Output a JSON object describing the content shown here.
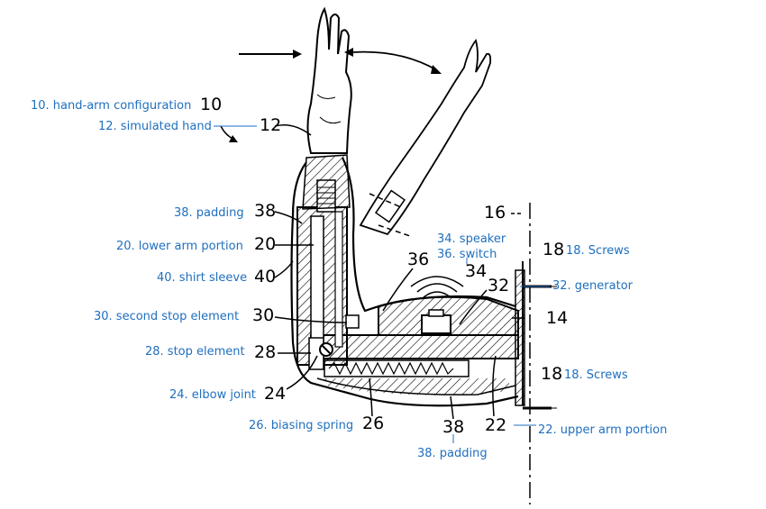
{
  "labels": {
    "hand_arm": "10. hand-arm configuration",
    "simulated_hand": "12. simulated hand",
    "padding_top": "38. padding",
    "lower_arm": "20. lower arm portion",
    "shirt_sleeve": "40. shirt sleeve",
    "second_stop": "30. second stop element",
    "stop_element": "28. stop element",
    "elbow_joint": "24. elbow joint",
    "biasing_spring": "26. biasing spring",
    "padding_bottom": "38. padding",
    "speaker": "34. speaker",
    "switch": "36. switch",
    "generator": "32. generator",
    "screws_top": "18. Screws",
    "screws_bottom": "18. Screws",
    "upper_arm": "22. upper arm portion"
  },
  "numerals": {
    "n10": "10",
    "n12": "12",
    "n38a": "38",
    "n20": "20",
    "n40": "40",
    "n30": "30",
    "n28": "28",
    "n24": "24",
    "n26": "26",
    "n38b": "38",
    "n22": "22",
    "n36": "36",
    "n34": "34",
    "n32": "32",
    "n14": "14",
    "n16": "16",
    "n18a": "18",
    "n18b": "18"
  },
  "colors": {
    "label": "#1f6fbf",
    "line": "#000000"
  }
}
